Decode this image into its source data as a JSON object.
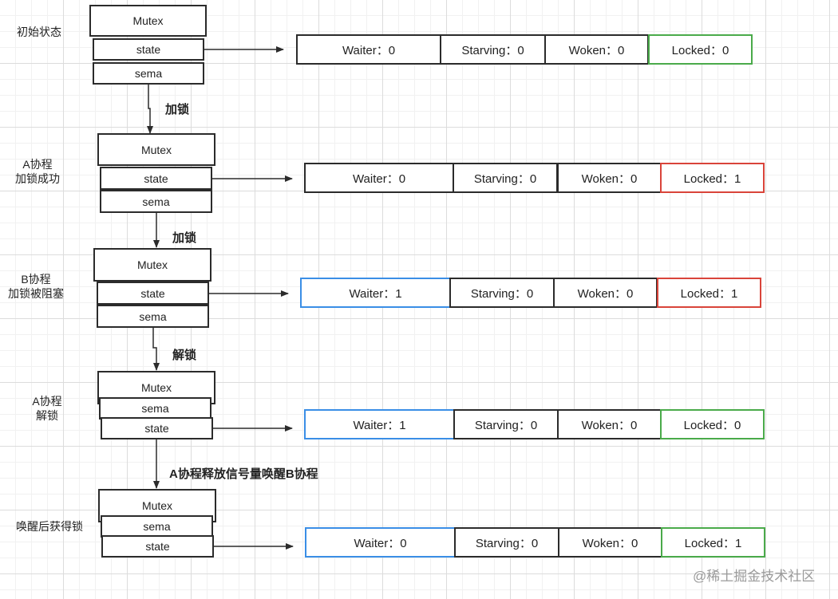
{
  "stages": [
    {
      "label": "初始状态",
      "mutex": "Mutex",
      "field_top": "state",
      "field_bottom": "sema",
      "cells": [
        {
          "text": "Waiter：0",
          "color": "black"
        },
        {
          "text": "Starving：0",
          "color": "black"
        },
        {
          "text": "Woken：0",
          "color": "black"
        },
        {
          "text": "Locked：0",
          "color": "green"
        }
      ]
    },
    {
      "label": "A协程\n加锁成功",
      "mutex": "Mutex",
      "field_top": "state",
      "field_bottom": "sema",
      "cells": [
        {
          "text": "Waiter：0",
          "color": "black"
        },
        {
          "text": "Starving：0",
          "color": "black"
        },
        {
          "text": "Woken：0",
          "color": "black"
        },
        {
          "text": "Locked：1",
          "color": "red"
        }
      ]
    },
    {
      "label": "B协程\n加锁被阻塞",
      "mutex": "Mutex",
      "field_top": "state",
      "field_bottom": "sema",
      "cells": [
        {
          "text": "Waiter：1",
          "color": "blue"
        },
        {
          "text": "Starving：0",
          "color": "black"
        },
        {
          "text": "Woken：0",
          "color": "black"
        },
        {
          "text": "Locked：1",
          "color": "red"
        }
      ]
    },
    {
      "label": "A协程\n解锁",
      "mutex": "Mutex",
      "field_top": "sema",
      "field_bottom": "state",
      "cells": [
        {
          "text": "Waiter：1",
          "color": "blue"
        },
        {
          "text": "Starving：0",
          "color": "black"
        },
        {
          "text": "Woken：0",
          "color": "black"
        },
        {
          "text": "Locked：0",
          "color": "green"
        }
      ]
    },
    {
      "label": "唤醒后获得锁",
      "mutex": "Mutex",
      "field_top": "sema",
      "field_bottom": "state",
      "cells": [
        {
          "text": "Waiter：0",
          "color": "blue"
        },
        {
          "text": "Starving：0",
          "color": "black"
        },
        {
          "text": "Woken：0",
          "color": "black"
        },
        {
          "text": "Locked：1",
          "color": "green"
        }
      ]
    }
  ],
  "operations": [
    "加锁",
    "加锁",
    "解锁",
    "A协程释放信号量唤醒B协程"
  ],
  "watermark": "@稀土掘金技术社区",
  "colors": {
    "black": "#2b2b2b",
    "blue": "#3a8ee6",
    "red": "#d9443a",
    "green": "#4aaa4a"
  }
}
